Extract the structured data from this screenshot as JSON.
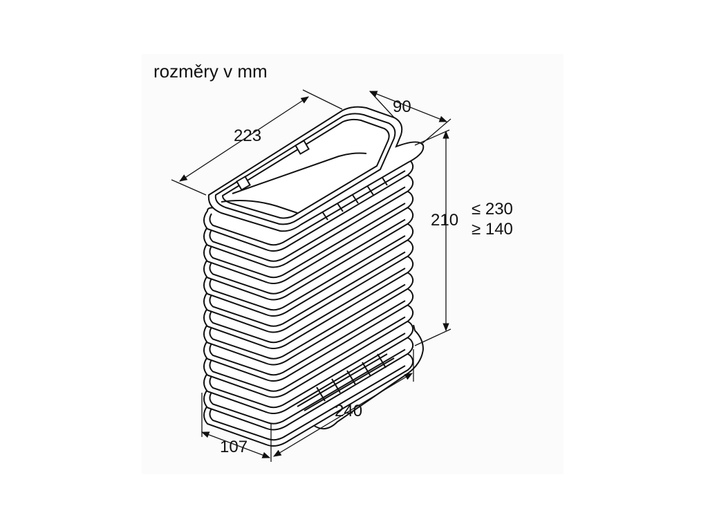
{
  "units_note": "rozměry v mm",
  "dimensions": {
    "top_length": "223",
    "top_width": "90",
    "height": "210",
    "height_max": "≤ 230",
    "height_min": "≥ 140",
    "bottom_length": "240",
    "bottom_width": "107"
  }
}
